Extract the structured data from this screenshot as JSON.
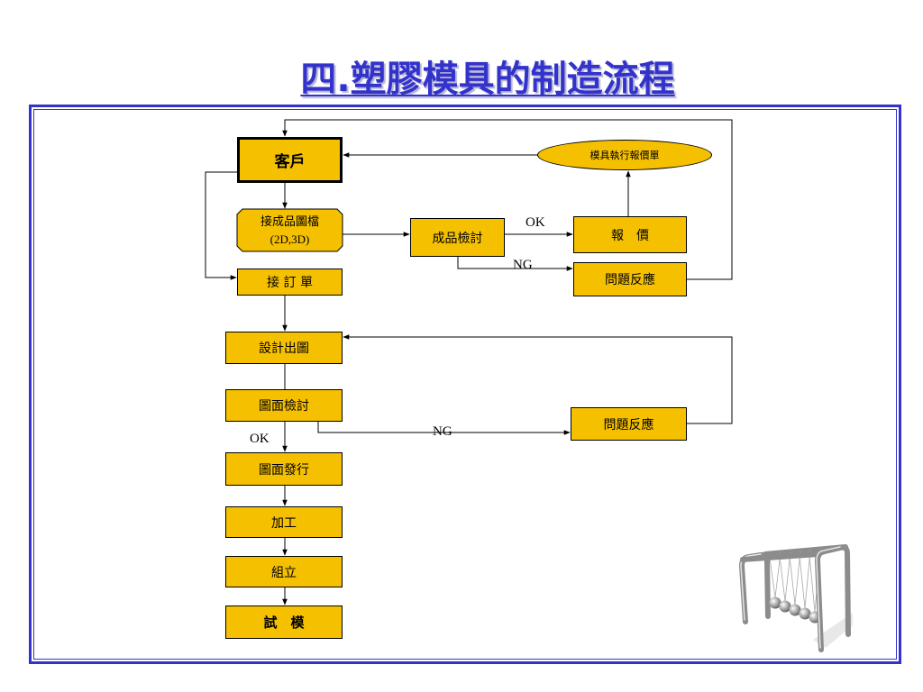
{
  "slide": {
    "title": "四.塑膠模具的制造流程"
  },
  "colors": {
    "title": "#3333cc",
    "frame": "#3333cc",
    "node_fill": "#f5c000",
    "line": "#000000"
  },
  "nodes": {
    "customer": "客戶",
    "receive_drawing": {
      "line1": "接成品圖檔",
      "line2": "(2D,3D)"
    },
    "receive_order": "接 訂 單",
    "product_review": "成品檢討",
    "quotation": "報　價",
    "quote_sheet": "模具執行報價單",
    "feedback_top": "問題反應",
    "design_drawing": "設計出圖",
    "drawing_review": "圖面檢討",
    "feedback_bottom": "問題反應",
    "drawing_release": "圖面發行",
    "machining": "加工",
    "assembly": "組立",
    "trial_mold": "試　模"
  },
  "edge_labels": {
    "product_ok": "OK",
    "product_ng": "NG",
    "drawing_ok": "OK",
    "drawing_ng": "NG"
  },
  "decoration": {
    "clipart_icon": "newtons-cradle-icon"
  }
}
